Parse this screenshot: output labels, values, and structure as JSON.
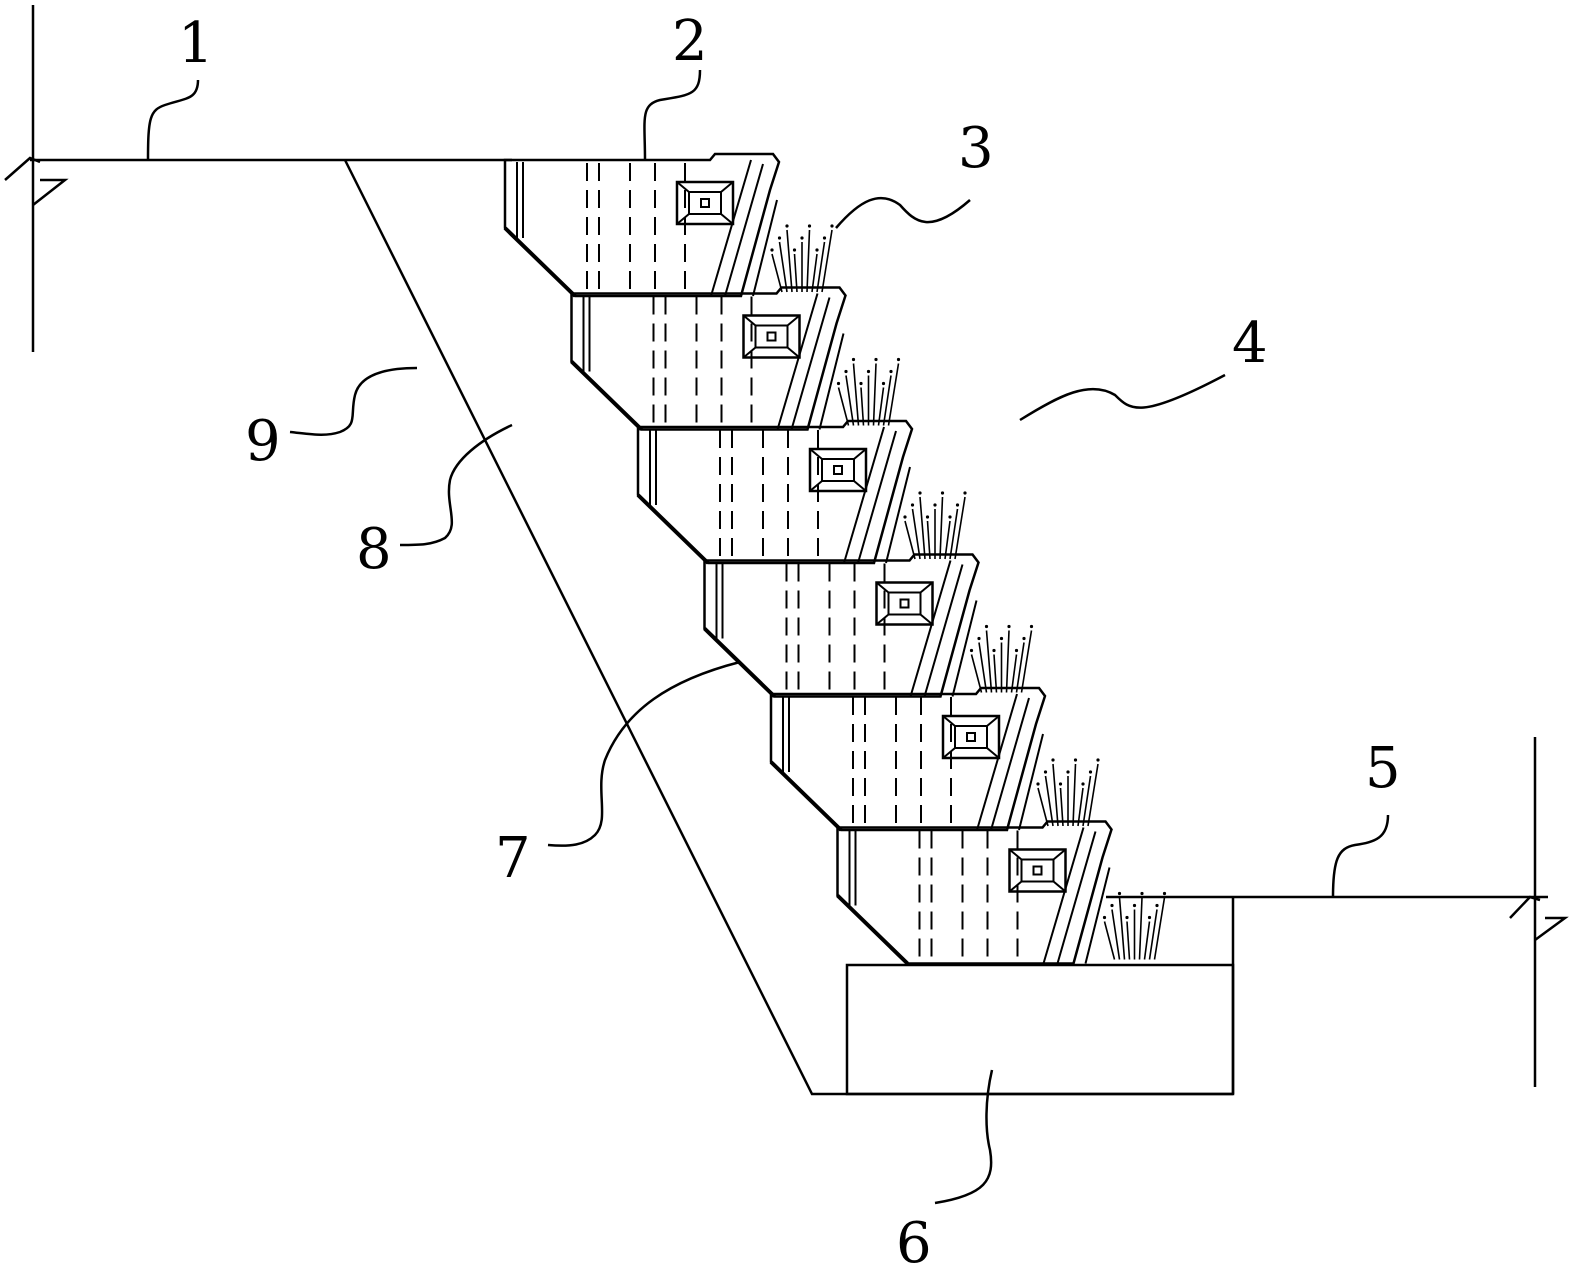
{
  "diagram": {
    "labels": [
      {
        "id": "1",
        "text": "1"
      },
      {
        "id": "2",
        "text": "2"
      },
      {
        "id": "3",
        "text": "3"
      },
      {
        "id": "4",
        "text": "4"
      },
      {
        "id": "5",
        "text": "5"
      },
      {
        "id": "6",
        "text": "6"
      },
      {
        "id": "7",
        "text": "7"
      },
      {
        "id": "8",
        "text": "8"
      },
      {
        "id": "9",
        "text": "9"
      }
    ],
    "block_count": 6,
    "plant_count": 6,
    "colors": {
      "line": "#000000",
      "background": "#ffffff"
    }
  }
}
